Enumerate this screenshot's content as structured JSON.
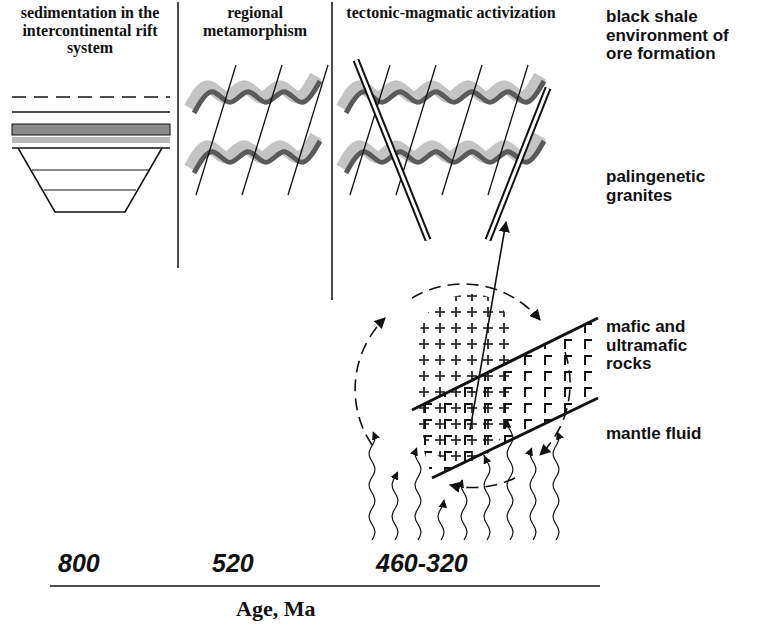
{
  "diagram": {
    "labels": [
      "sedimentation in the intercontinental rift system",
      "regional metamorphism",
      "tectonic-magmatic activization",
      "black shale environment of ore formation",
      "palingenetic granites",
      "mafic and ultramafic rocks",
      "mantle fluid",
      "800",
      "520",
      "460-320",
      "Age, Ma"
    ]
  }
}
